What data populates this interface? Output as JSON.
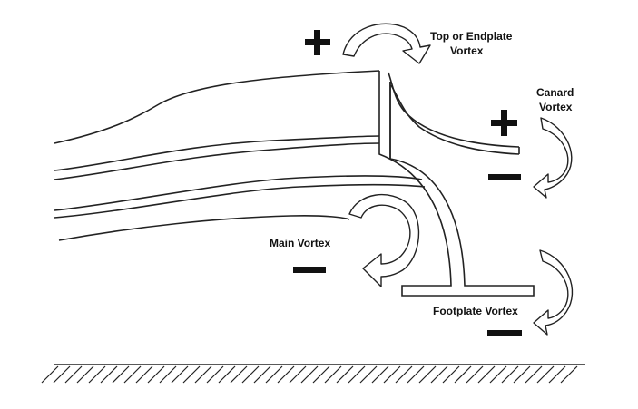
{
  "labels": {
    "top_vortex_line1": "Top or Endplate",
    "top_vortex_line2": "Vortex",
    "canard_line1": "Canard",
    "canard_line2": "Vortex",
    "main_vortex": "Main Vortex",
    "footplate_vortex": "Footplate Vortex"
  },
  "signs": {
    "plus": "+",
    "minus": "−"
  }
}
